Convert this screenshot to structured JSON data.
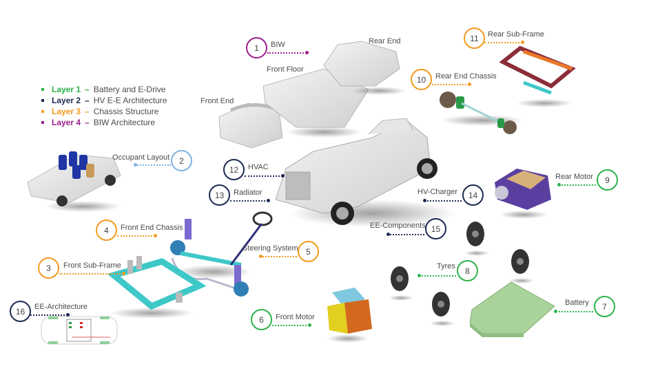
{
  "colors": {
    "layer1": "#2bb34a",
    "layer2": "#1c2a52",
    "layer3": "#f39a1e",
    "layer4": "#9b1f8a",
    "occupant": "#7fb2e0"
  },
  "legend": [
    {
      "layer": "Layer 1",
      "desc": "Battery and E-Drive",
      "color_key": "layer1"
    },
    {
      "layer": "Layer 2",
      "desc": "HV E-E Architecture",
      "color_key": "layer2"
    },
    {
      "layer": "Layer 3",
      "desc": "Chassis Structure",
      "color_key": "layer3"
    },
    {
      "layer": "Layer 4",
      "desc": "BIW Architecture",
      "color_key": "layer4"
    }
  ],
  "legend_separator": "–",
  "callouts": [
    {
      "num": "1",
      "label": "BIW",
      "layer": "layer4"
    },
    {
      "num": "2",
      "label": "Occupant Layout",
      "layer": "occupant"
    },
    {
      "num": "3",
      "label": "Front Sub-Frame",
      "layer": "layer3"
    },
    {
      "num": "4",
      "label": "Front End Chassis",
      "layer": "layer3"
    },
    {
      "num": "5",
      "label": "Steering System",
      "layer": "layer3"
    },
    {
      "num": "6",
      "label": "Front Motor",
      "layer": "layer1"
    },
    {
      "num": "7",
      "label": "Battery",
      "layer": "layer1"
    },
    {
      "num": "8",
      "label": "Tyres",
      "layer": "layer1"
    },
    {
      "num": "9",
      "label": "Rear Motor",
      "layer": "layer1"
    },
    {
      "num": "10",
      "label": "Rear End Chassis",
      "layer": "layer3"
    },
    {
      "num": "11",
      "label": "Rear Sub-Frame",
      "layer": "layer3"
    },
    {
      "num": "12",
      "label": "HVAC",
      "layer": "layer2"
    },
    {
      "num": "13",
      "label": "Radiator",
      "layer": "layer2"
    },
    {
      "num": "14",
      "label": "HV-Charger",
      "layer": "layer2"
    },
    {
      "num": "15",
      "label": "EE-Components",
      "layer": "layer2"
    },
    {
      "num": "16",
      "label": "EE-Architecture",
      "layer": "layer2"
    }
  ],
  "biw_parts": {
    "front_end": "Front End",
    "front_floor": "Front Floor",
    "rear_end": "Rear End"
  }
}
